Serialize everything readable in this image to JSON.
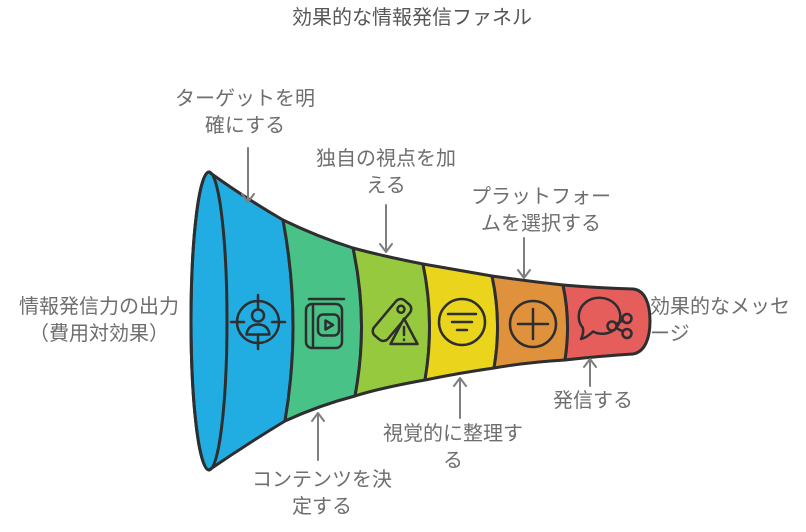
{
  "title": "効果的な情報発信ファネル",
  "theme": {
    "background": "#ffffff",
    "outline": "#2e2e2e",
    "arrow": "#7e7e7e",
    "title_color": "#565656",
    "label_color": "#6e6e6e"
  },
  "funnel": {
    "segments": [
      {
        "name": "clarify-target",
        "color": "#22ade2",
        "icon": "target-user-icon"
      },
      {
        "name": "decide-content",
        "color": "#48c287",
        "icon": "video-book-icon"
      },
      {
        "name": "add-unique-view",
        "color": "#97c93f",
        "icon": "tag-alert-icon"
      },
      {
        "name": "organize-visually",
        "color": "#ead51c",
        "icon": "filter-circle-icon"
      },
      {
        "name": "choose-platform",
        "color": "#e0913c",
        "icon": "plus-circle-icon"
      },
      {
        "name": "publish",
        "color": "#e65e5c",
        "icon": "chat-share-icon"
      }
    ]
  },
  "labels": {
    "top": [
      {
        "lines": [
          "ターゲットを明",
          "確にする"
        ]
      },
      {
        "lines": [
          "独自の視点を加",
          "える"
        ]
      },
      {
        "lines": [
          "プラットフォー",
          "ムを選択する"
        ]
      }
    ],
    "bottom": [
      {
        "lines": [
          "コンテンツを決",
          "定する"
        ]
      },
      {
        "lines": [
          "視覚的に整理す",
          "る"
        ]
      },
      {
        "lines": [
          "発信する"
        ]
      }
    ],
    "left": {
      "lines": [
        "情報発信力の出力",
        "（費用対効果）"
      ]
    },
    "right": {
      "lines": [
        "効果的なメッセ",
        "ージ"
      ]
    }
  }
}
